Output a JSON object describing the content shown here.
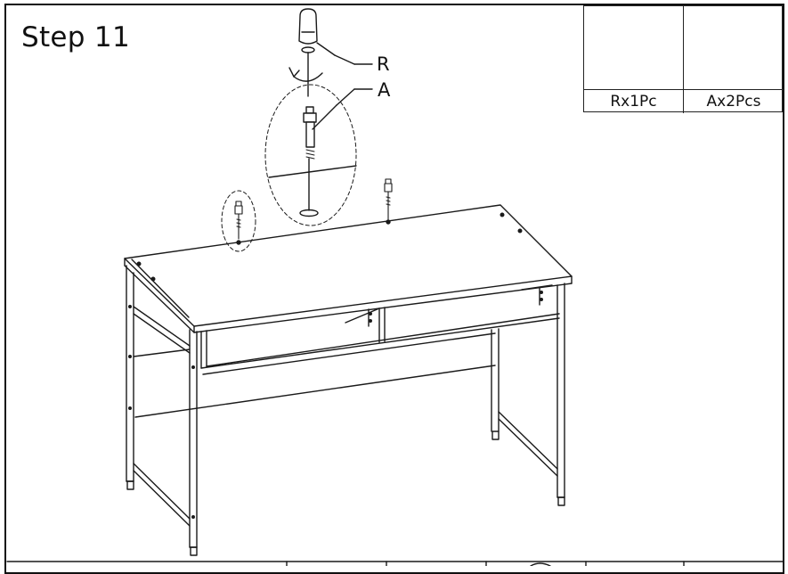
{
  "step": {
    "title": "Step 11"
  },
  "callouts": {
    "r": "R",
    "a": "A"
  },
  "parts": [
    {
      "label": "Rx1Pc",
      "icon": "screwdriver-icon"
    },
    {
      "label": "Ax2Pcs",
      "icon": "cam-bolt-icon"
    }
  ]
}
